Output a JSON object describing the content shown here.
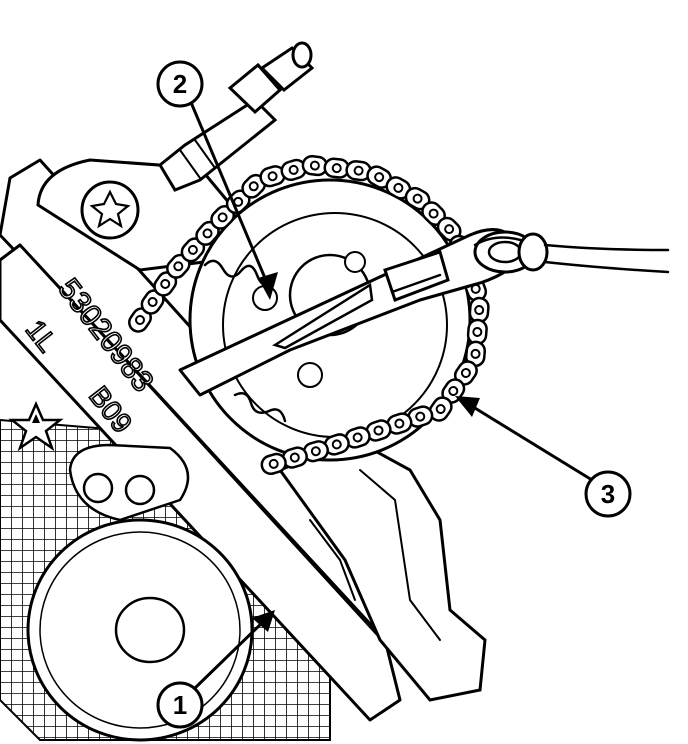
{
  "part_number_line1": "53020983",
  "part_number_line2": "1L",
  "part_number_line3": "B09",
  "callouts": [
    {
      "number": "1"
    },
    {
      "number": "2"
    },
    {
      "number": "3"
    }
  ],
  "colors": {
    "ink": "#000000",
    "paper": "#ffffff"
  }
}
